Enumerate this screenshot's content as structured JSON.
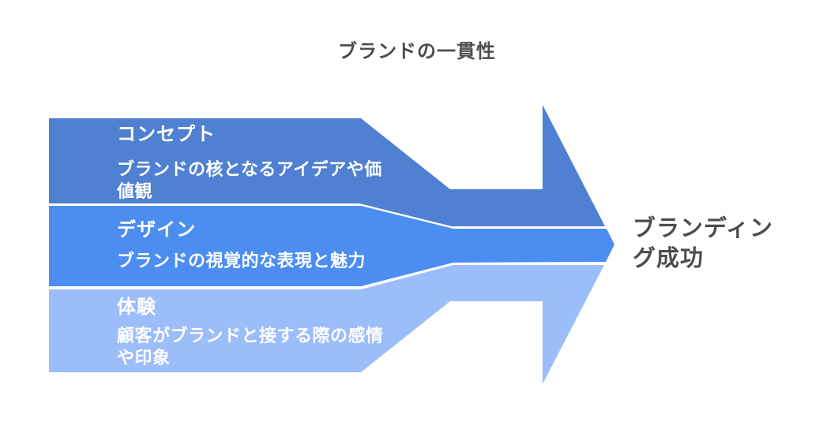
{
  "slide": {
    "title": "ブランドの一貫性",
    "background": "#ffffff",
    "title_color": "#4d4d4d"
  },
  "funnel": {
    "bands": [
      {
        "name": "コンセプト",
        "description": "ブランドの核となるアイデアや価値観",
        "color": "#4f80d2"
      },
      {
        "name": "デザイン",
        "description": "ブランドの視覚的な表現と魅力",
        "color": "#4c8df1"
      },
      {
        "name": "体験",
        "description": "顧客がブランドと接する際の感情や印象",
        "color": "#9bbdf9"
      }
    ],
    "result_label": "ブランディング成功",
    "band_text_color": "#ffffff",
    "result_text_color": "#4d4d4d"
  }
}
